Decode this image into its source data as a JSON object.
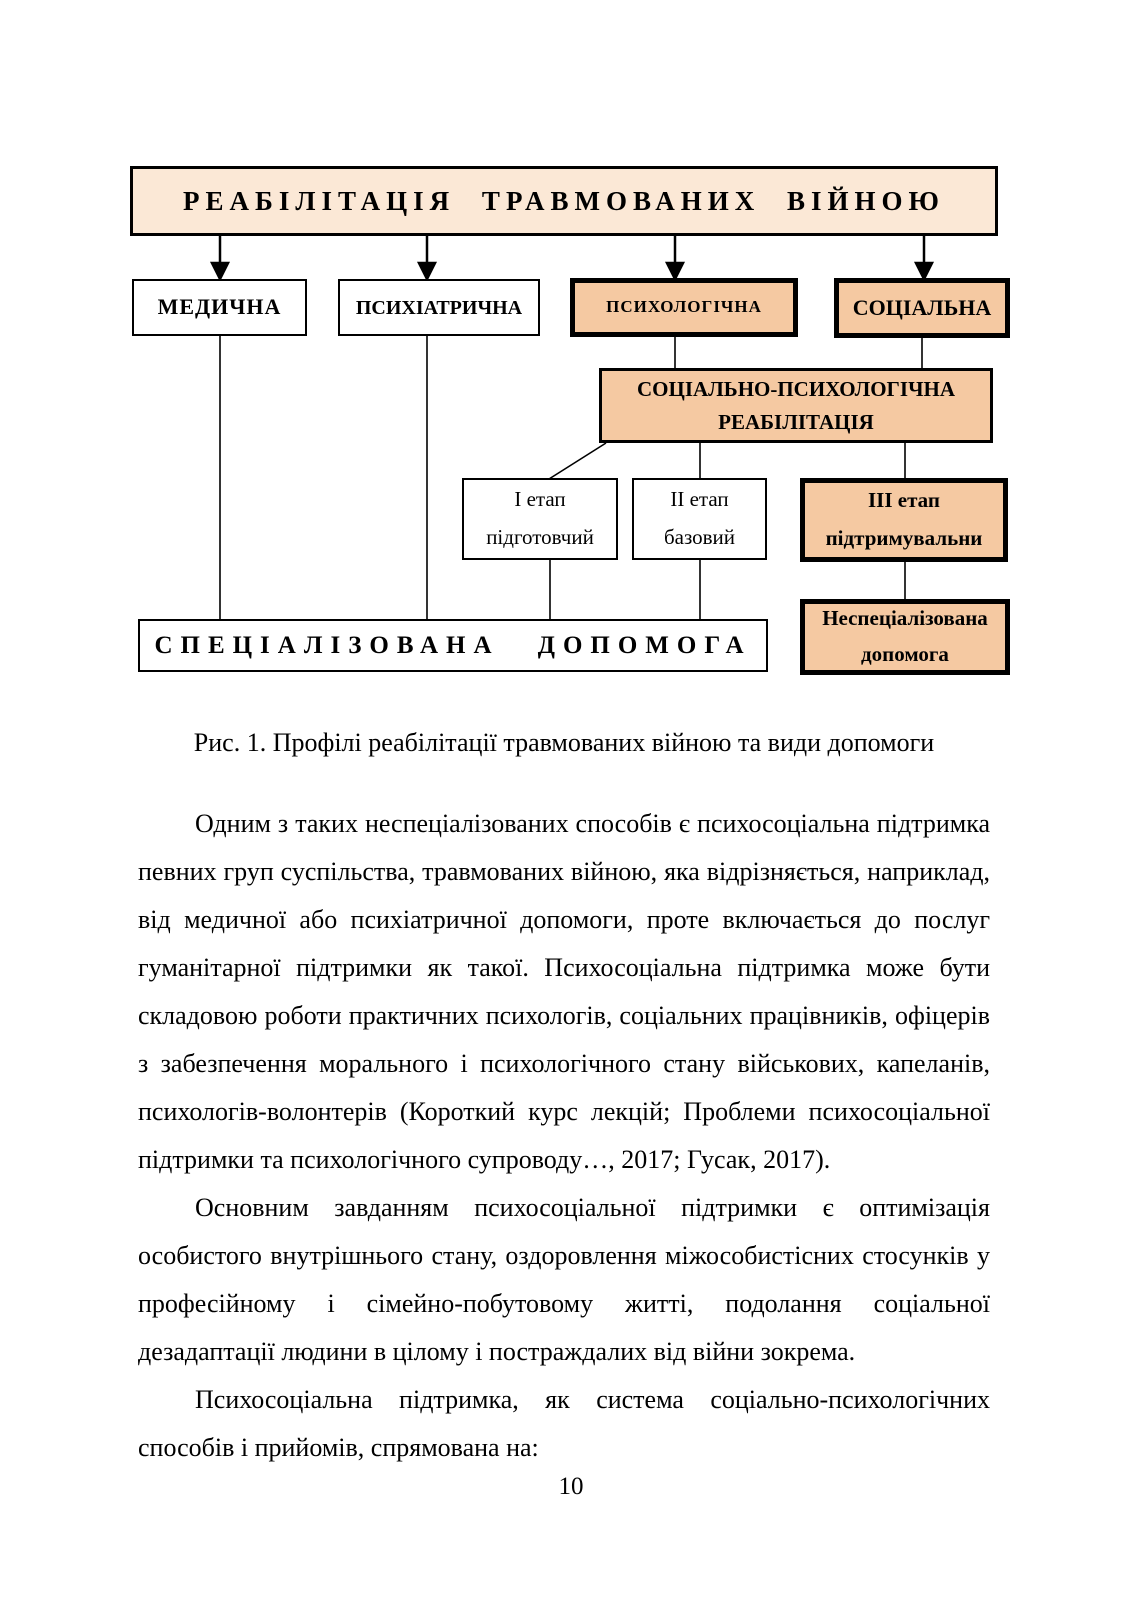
{
  "page": {
    "number": "10"
  },
  "figure": {
    "root_label": "РЕАБІЛІТАЦІЯ ТРАВМОВАНИХ ВІЙНОЮ",
    "branches": [
      {
        "label": "МЕДИЧНА",
        "highlighted": false
      },
      {
        "label": "ПСИХІАТРИЧНА",
        "highlighted": false
      },
      {
        "label": "ПСИХОЛОГІЧНА",
        "highlighted": true
      },
      {
        "label": "СОЦІАЛЬНА",
        "highlighted": true
      }
    ],
    "rehab_label": "СОЦІАЛЬНО-ПСИХОЛОГІЧНА РЕАБІЛІТАЦІЯ",
    "stages": [
      {
        "label": "І етап підготовчий",
        "highlighted": false
      },
      {
        "label": "ІІ етап базовий",
        "highlighted": false
      },
      {
        "label": "ІІІ етап підтримувальни",
        "highlighted": true
      }
    ],
    "specialized_label": "СПЕЦІАЛІЗОВАНА ДОПОМОГА",
    "nonspecialized_label": "Неспеціалізована допомога",
    "caption": "Рис. 1. Профілі реабілітації травмованих війною та види допомоги",
    "colors": {
      "root_bg": "#fbe8d6",
      "highlight_bg": "#f5c9a2",
      "plain_bg": "#ffffff",
      "border": "#000000"
    }
  },
  "body": {
    "paragraphs": [
      "Одним з таких неспеціалізованих способів є психосоціальна підтримка певних груп суспільства, травмованих війною, яка відрізняється, наприклад, від медичної або психіатричної допомоги, проте включається до послуг гуманітарної підтримки як такої. Психосоціальна підтримка може бути складовою роботи практичних психологів, соціальних працівників, офіцерів з забезпечення морального і психологічного стану військових, капеланів, психологів-волонтерів (Короткий курс лекцій; Проблеми психосоціальної підтримки та психологічного супроводу…, 2017; Гусак, 2017).",
      "Основним завданням психосоціальної підтримки є оптимізація особистого внутрішнього стану, оздоровлення міжособистісних стосунків у професійному і сімейно-побутовому житті, подолання соціальної дезадаптації людини в цілому і постраждалих від війни зокрема.",
      "Психосоціальна підтримка, як система соціально-психологічних способів і прийомів, спрямована на:"
    ]
  }
}
